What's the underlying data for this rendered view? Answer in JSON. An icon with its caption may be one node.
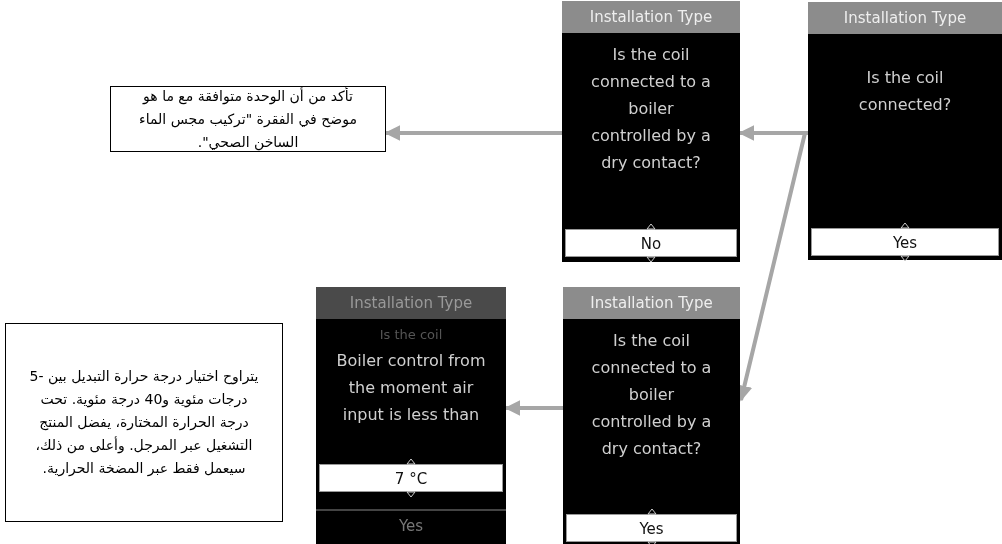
{
  "diagram": {
    "nodes": [
      {
        "text": [
          "تأكد من أن الوحدة متوافقة مع ما هو موضح في الفقرة \"تركيب مجس الماء الساخن الصحي\"."
        ]
      },
      {
        "text": [
          "Installation Type",
          "Is the coil connected to a boiler controlled by a dry contact?",
          "No"
        ]
      },
      {
        "text": [
          "Installation Type",
          "Is the coil connected?",
          "Yes"
        ]
      },
      {
        "text": [
          "يتراوح اختيار درجة حرارة التبديل بين -5 درجات مئوية و40 درجة مئوية. تحت درجة الحرارة المختارة، يفضل المنتج التشغيل عبر المرجل. وأعلى من ذلك، سيعمل فقط عبر المضخة الحرارية."
        ]
      },
      {
        "text": [
          "Installation Type",
          "Is the coil",
          "Boiler control from the moment air input is less than",
          "7 °C",
          "Yes"
        ]
      },
      {
        "text": [
          "Installation Type",
          "Is the coil connected to a boiler controlled by a dry contact?",
          "Yes"
        ]
      }
    ],
    "edges": [
      {
        "from": 2,
        "to": 1,
        "arrow": "to"
      },
      {
        "from": 1,
        "to": 0,
        "arrow": "to"
      },
      {
        "from": 2,
        "to": 5,
        "arrow": "to"
      },
      {
        "from": 5,
        "to": 4,
        "arrow": "to"
      }
    ]
  }
}
